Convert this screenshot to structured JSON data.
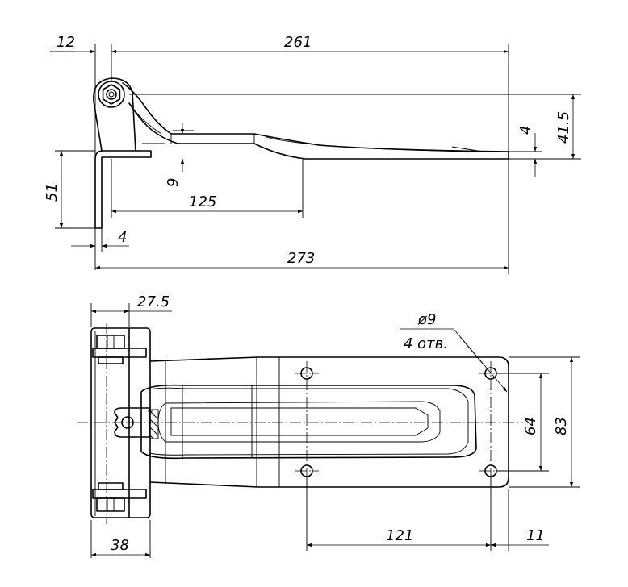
{
  "drawing": {
    "side_view": {
      "dim_overhang": "12",
      "dim_length_upper": "261",
      "dim_thickness": "4",
      "dim_height_total": "41.5",
      "dim_flange_height": "51",
      "dim_offset": "9",
      "dim_step": "125",
      "dim_flange_thickness": "4",
      "dim_length_total": "273"
    },
    "top_view": {
      "dim_plate_offset": "27.5",
      "dim_hole_diameter": "ø9",
      "dim_hole_count": "4 отв.",
      "dim_hole_spacing_v": "64",
      "dim_plate_width": "83",
      "dim_flange_width": "38",
      "dim_hole_spacing_h": "121",
      "dim_hole_edge": "11"
    }
  }
}
